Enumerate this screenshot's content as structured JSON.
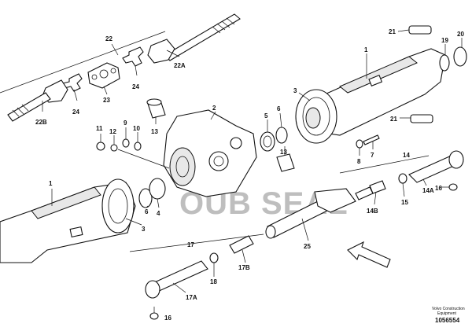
{
  "watermark": "OUB SEAL",
  "credit": {
    "line1": "Volvo Construction",
    "line2": "Equipment",
    "doc_number": "1056554"
  },
  "callouts": [
    {
      "id": "c22",
      "text": "22"
    },
    {
      "id": "c22a",
      "text": "22A"
    },
    {
      "id": "c22b",
      "text": "22B"
    },
    {
      "id": "c24a",
      "text": "24"
    },
    {
      "id": "c24b",
      "text": "24"
    },
    {
      "id": "c23",
      "text": "23"
    },
    {
      "id": "c1top",
      "text": "1"
    },
    {
      "id": "c21a",
      "text": "21"
    },
    {
      "id": "c19",
      "text": "19"
    },
    {
      "id": "c20",
      "text": "20"
    },
    {
      "id": "c3top",
      "text": "3"
    },
    {
      "id": "c21b",
      "text": "21"
    },
    {
      "id": "c2",
      "text": "2"
    },
    {
      "id": "c6top",
      "text": "6"
    },
    {
      "id": "c5",
      "text": "5"
    },
    {
      "id": "c7",
      "text": "7"
    },
    {
      "id": "c8",
      "text": "8"
    },
    {
      "id": "c11",
      "text": "11"
    },
    {
      "id": "c12",
      "text": "12"
    },
    {
      "id": "c9",
      "text": "9"
    },
    {
      "id": "c10",
      "text": "10"
    },
    {
      "id": "c13a",
      "text": "13"
    },
    {
      "id": "c13b",
      "text": "13"
    },
    {
      "id": "c14",
      "text": "14"
    },
    {
      "id": "c14a",
      "text": "14A"
    },
    {
      "id": "c16a",
      "text": "16"
    },
    {
      "id": "c15",
      "text": "15"
    },
    {
      "id": "c14b",
      "text": "14B"
    },
    {
      "id": "c1bot",
      "text": "1"
    },
    {
      "id": "c6bot",
      "text": "6"
    },
    {
      "id": "c4",
      "text": "4"
    },
    {
      "id": "c3bot",
      "text": "3"
    },
    {
      "id": "c25",
      "text": "25"
    },
    {
      "id": "c17",
      "text": "17"
    },
    {
      "id": "c18",
      "text": "18"
    },
    {
      "id": "c17b",
      "text": "17B"
    },
    {
      "id": "c17a",
      "text": "17A"
    },
    {
      "id": "c16b",
      "text": "16"
    }
  ]
}
